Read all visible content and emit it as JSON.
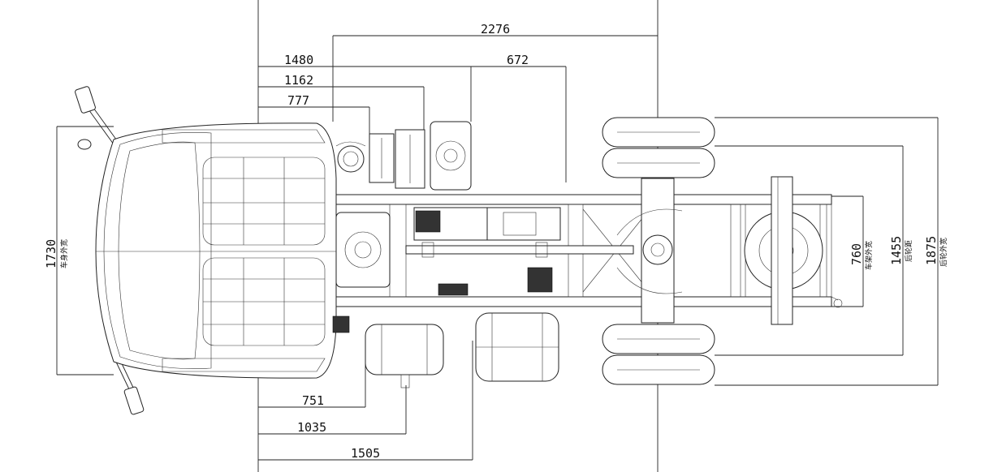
{
  "dimensions": {
    "top": [
      {
        "id": "d2276",
        "value": "2276"
      },
      {
        "id": "d1480",
        "value": "1480"
      },
      {
        "id": "d672",
        "value": "672"
      },
      {
        "id": "d1162",
        "value": "1162"
      },
      {
        "id": "d777",
        "value": "777"
      }
    ],
    "bottom": [
      {
        "id": "d751",
        "value": "751"
      },
      {
        "id": "d1035",
        "value": "1035"
      },
      {
        "id": "d1505",
        "value": "1505"
      }
    ],
    "vertical": [
      {
        "id": "d1730",
        "value": "1730",
        "label": "车身外宽"
      },
      {
        "id": "d760",
        "value": "760",
        "label": "车架外宽"
      },
      {
        "id": "d1455",
        "value": "1455",
        "label": "后轮距"
      },
      {
        "id": "d1875",
        "value": "1875",
        "label": "后轮外宽"
      }
    ]
  },
  "colors": {
    "line": "#222222",
    "background": "#ffffff"
  }
}
